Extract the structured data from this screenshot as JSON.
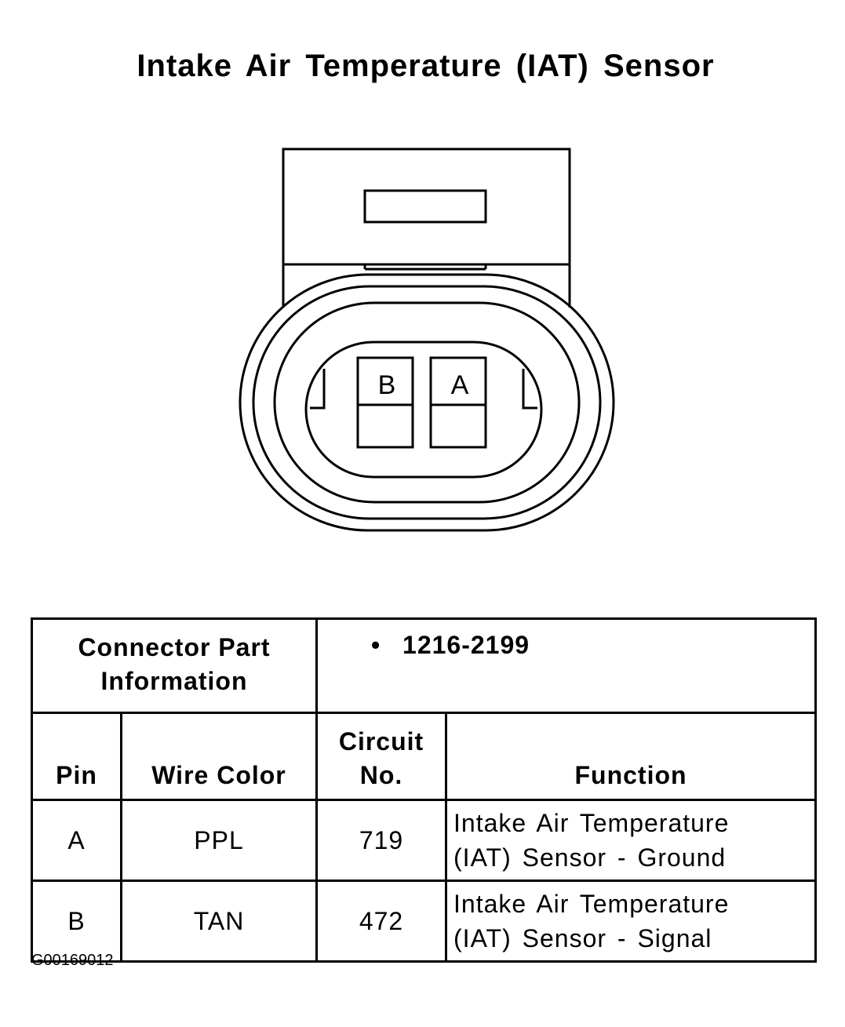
{
  "title": "Intake Air Temperature (IAT) Sensor",
  "connector": {
    "pins": [
      {
        "id": "B"
      },
      {
        "id": "A"
      }
    ]
  },
  "part_info": {
    "label_line1": "Connector Part",
    "label_line2": "Information",
    "bullet": "•",
    "part_number": "1216-2199"
  },
  "table": {
    "headers": {
      "pin": "Pin",
      "wire_color": "Wire Color",
      "circuit_line1": "Circuit",
      "circuit_line2": "No.",
      "function": "Function"
    },
    "rows": [
      {
        "pin": "A",
        "wire_color": "PPL",
        "circuit": "719",
        "function_line1": "Intake Air Temperature",
        "function_line2": "(IAT) Sensor - Ground"
      },
      {
        "pin": "B",
        "wire_color": "TAN",
        "circuit": "472",
        "function_line1": "Intake Air Temperature",
        "function_line2": "(IAT) Sensor - Signal"
      }
    ]
  },
  "figure_id": "G00169012"
}
